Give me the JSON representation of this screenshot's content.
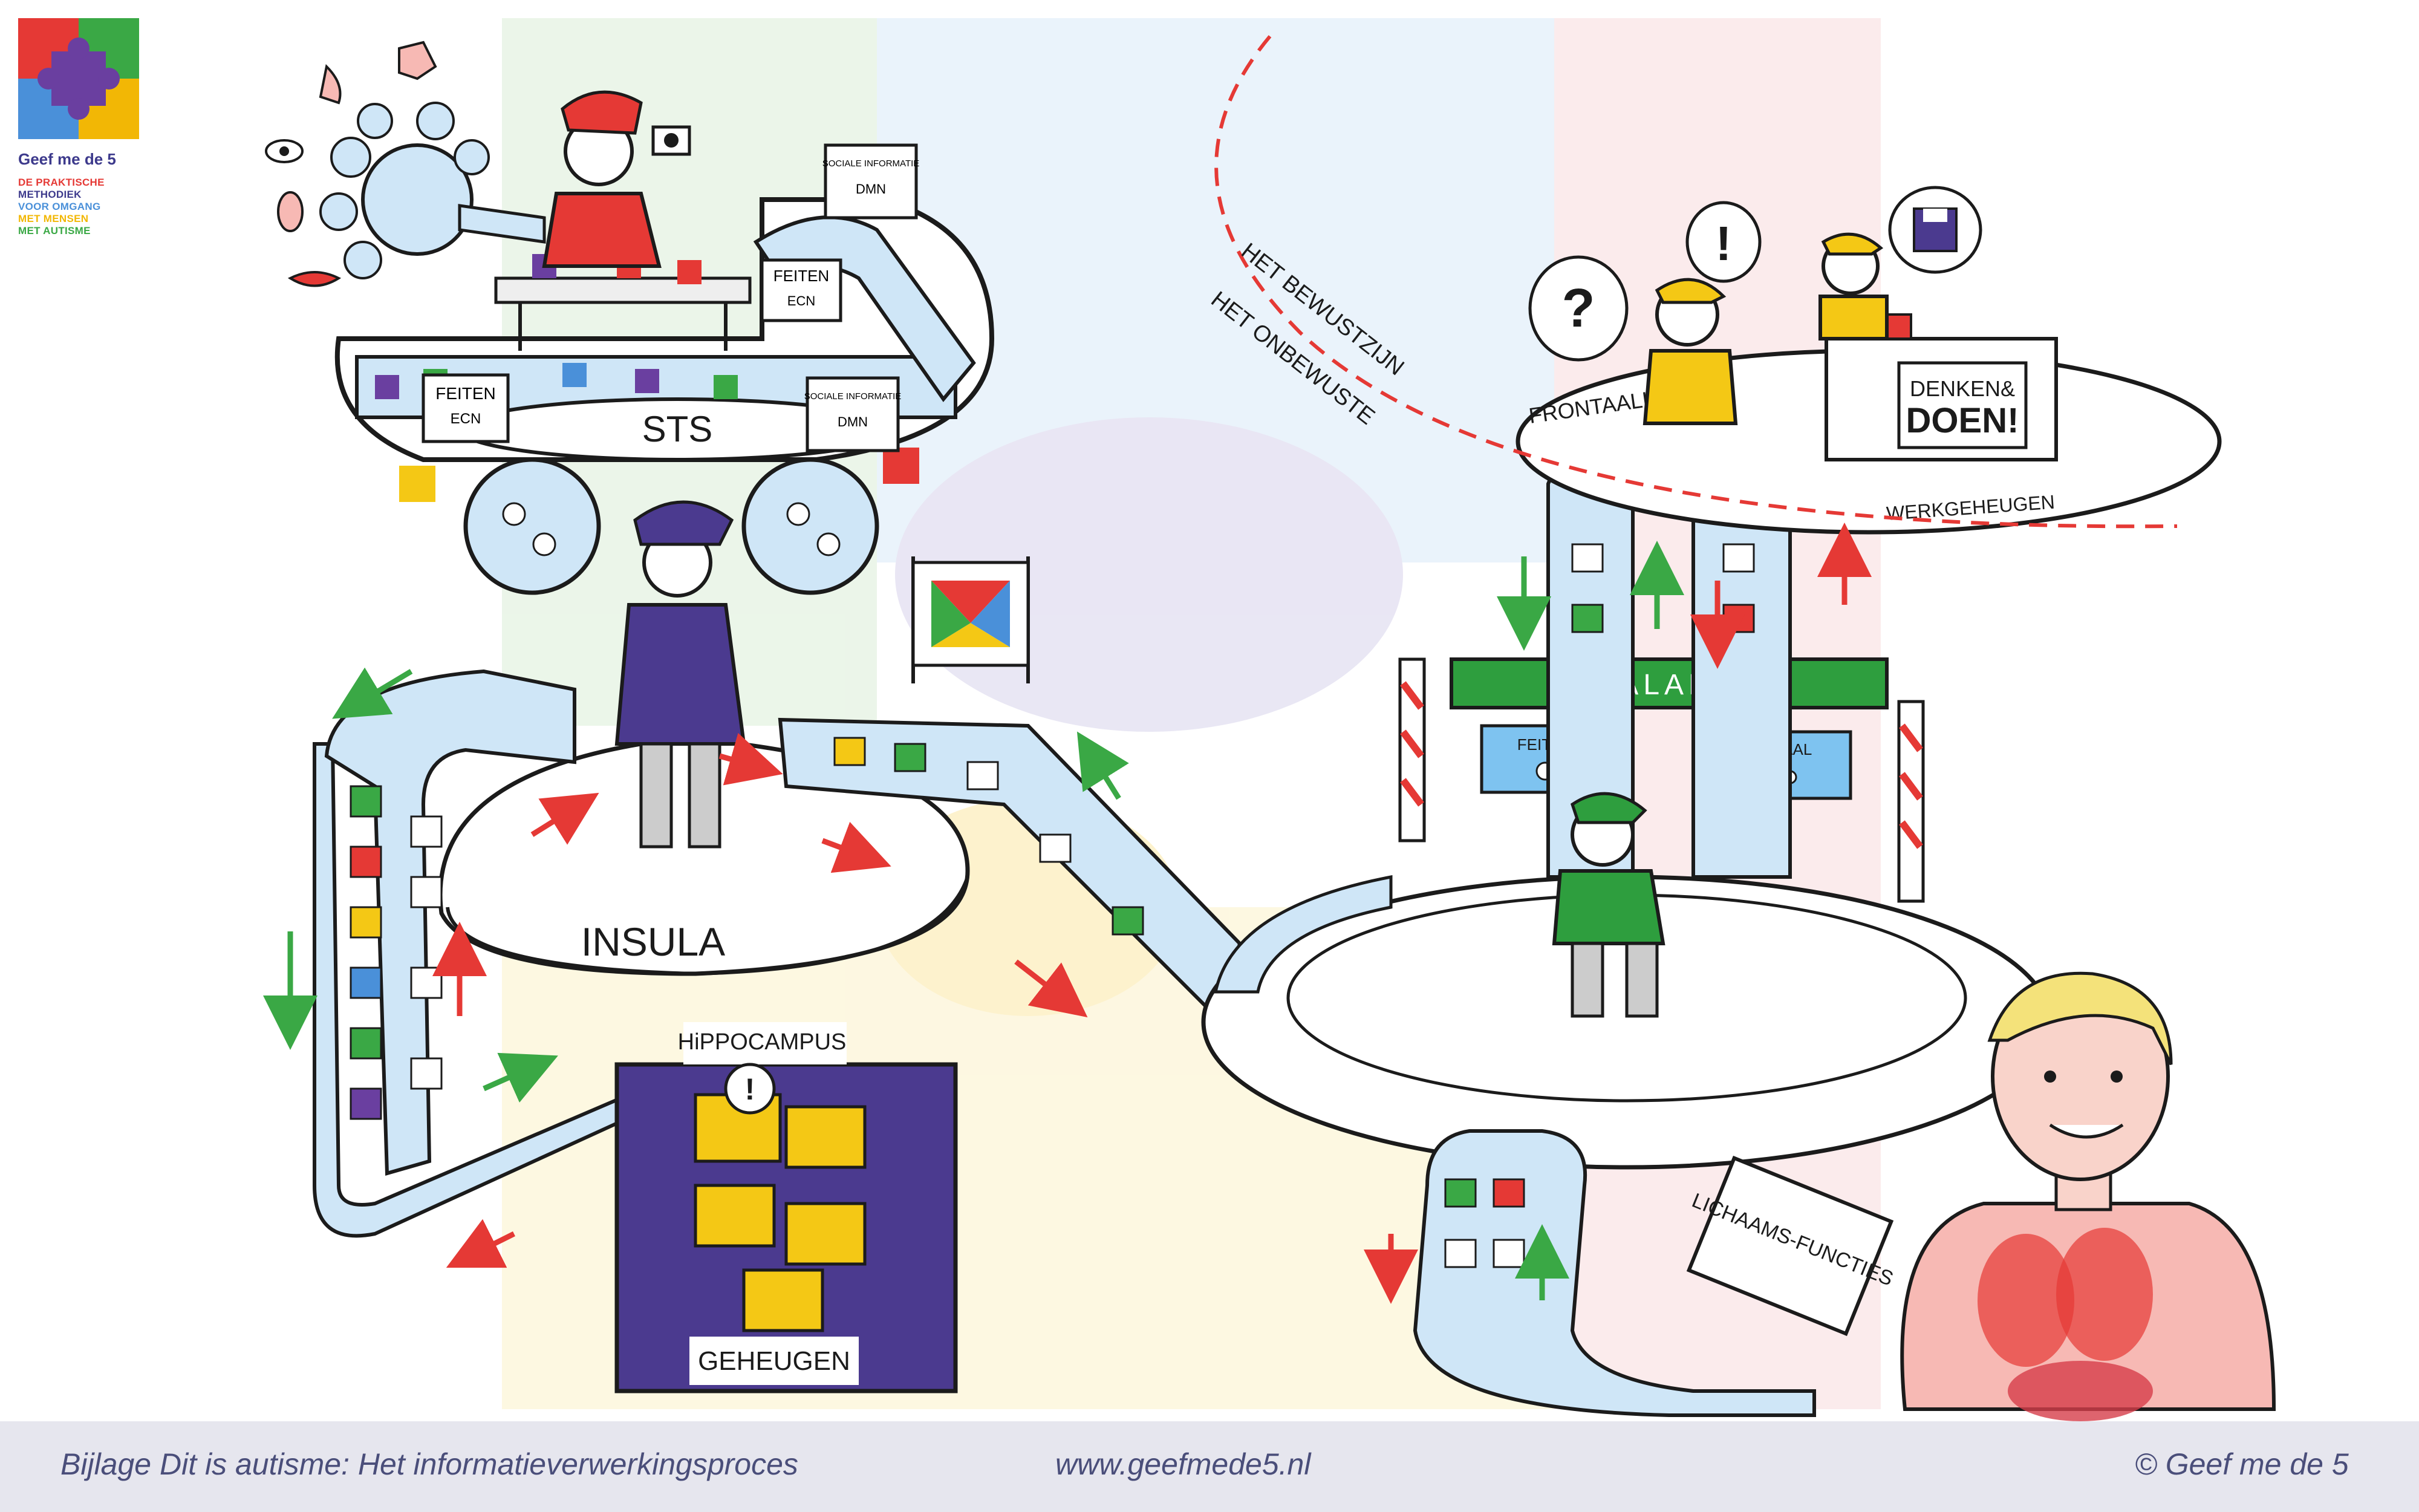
{
  "brand": {
    "name": "Geef me de 5",
    "tagline": [
      "DE PRAKTISCHE",
      "METHODIEK",
      "VOOR OMGANG",
      "MET MENSEN",
      "MET AUTISME"
    ],
    "tagline_colors": [
      "#e53935",
      "#3d3a8c",
      "#4a90d9",
      "#f2b705",
      "#3aa845"
    ],
    "logo_colors": [
      "#e53935",
      "#3aa845",
      "#4a90d9",
      "#f2b705",
      "#6a3fa0"
    ]
  },
  "diagram": {
    "sts": {
      "label": "STS",
      "signs": [
        {
          "title": "FEITEN",
          "sub": "ECN"
        },
        {
          "title": "FEITEN",
          "sub": "ECN"
        },
        {
          "title": "SOCIALE INFORMATIE",
          "sub": "DMN"
        },
        {
          "title": "SOCIALE INFORMATIE",
          "sub": "DMN"
        }
      ]
    },
    "insula": {
      "label": "INSULA"
    },
    "hippocampus": {
      "label": "HiPPOCAMPUS",
      "bottom_label": "GEHEUGEN"
    },
    "thalamus": {
      "label": "THALAMUS",
      "feiten_label": "FEITEN",
      "sociaal_label": "SOCIAAL"
    },
    "frontal": {
      "label": "FRONTAALKWAB",
      "werk_label": "WERKGEHEUGEN",
      "button_line1": "DENKEN&",
      "button_line2": "DOEN!",
      "question": "?",
      "exclaim": "!"
    },
    "consciousness": {
      "above": "HET BEWUSTZIJN",
      "below": "HET ONBEWUSTE"
    },
    "body": {
      "label": "LICHAAMS-FUNCTIES"
    },
    "colors": {
      "tube": "#cfe6f7",
      "tube_stroke": "#1b1b1b",
      "green_arrow": "#3aa845",
      "red_arrow": "#e53935",
      "purple": "#4b3a8f",
      "folder_yellow": "#f4c815",
      "thalamus_green": "#2e9e3e",
      "sign_blue": "#7ec3f0"
    },
    "icons": [
      "puzzle-icon",
      "eye-icon",
      "ear-icon",
      "nose-icon",
      "hand-icon",
      "mouth-icon",
      "camera-icon",
      "floppy-disk-icon",
      "lightbulb-icon",
      "arrow-icon"
    ]
  },
  "footer": {
    "left": "Bijlage Dit is autisme: Het informatieverwerkingsproces",
    "center": "www.geefmede5.nl",
    "right": "© Geef me de 5"
  }
}
